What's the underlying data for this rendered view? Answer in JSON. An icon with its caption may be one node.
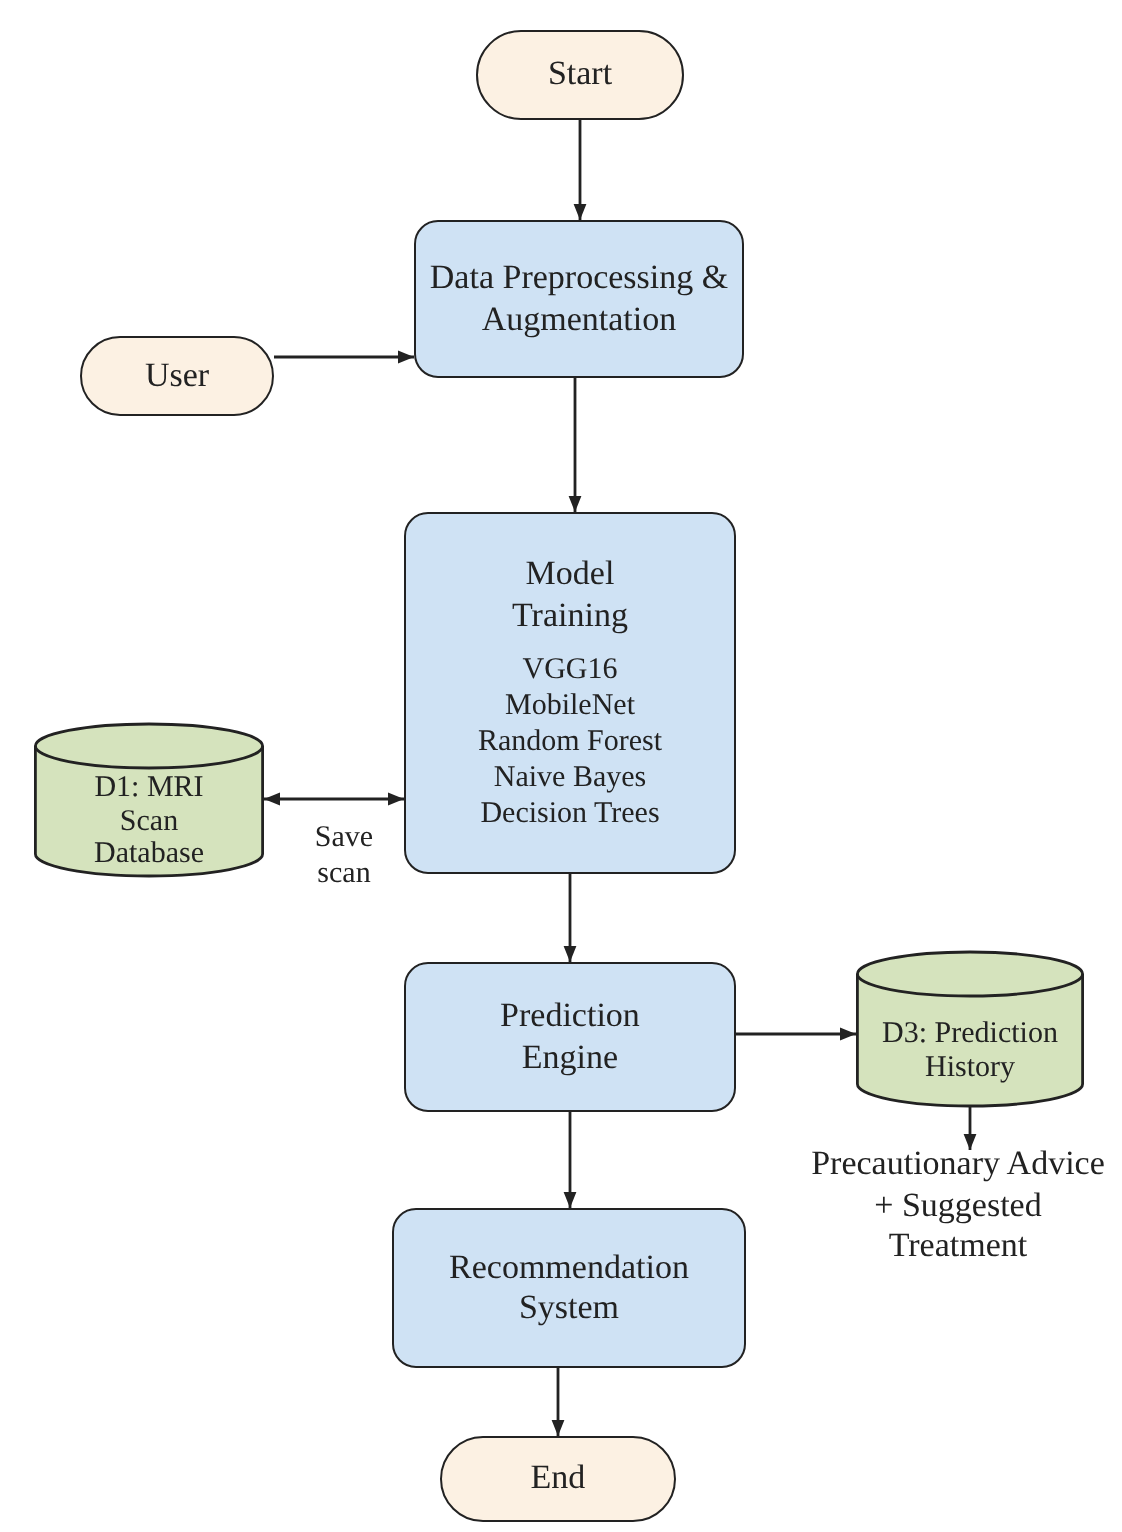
{
  "diagram": {
    "nodes": [
      {
        "text": [
          "Start"
        ]
      },
      {
        "text": [
          "User"
        ]
      },
      {
        "text": [
          "Data Preprocessing & Augmentation"
        ]
      },
      {
        "text": [
          "Model Training",
          "VGG16 MobileNet Random Forest Naive Bayes Decision Trees"
        ]
      },
      {
        "text": [
          "D1: MRI Scan Database"
        ]
      },
      {
        "text": [
          "Prediction Engine"
        ]
      },
      {
        "text": [
          "D3: Prediction History"
        ]
      },
      {
        "text": [
          "Precautionary Advice + Suggested Treatment"
        ]
      },
      {
        "text": [
          "Recommendation System"
        ]
      },
      {
        "text": [
          "End"
        ]
      }
    ],
    "edges": [
      {
        "from": 0,
        "to": 2,
        "arrow": "to"
      },
      {
        "from": 1,
        "to": 2,
        "arrow": "to"
      },
      {
        "from": 2,
        "to": 3,
        "arrow": "to"
      },
      {
        "from": 3,
        "to": 4,
        "arrow": "both",
        "label": "Save scan"
      },
      {
        "from": 3,
        "to": 5,
        "arrow": "to"
      },
      {
        "from": 5,
        "to": 6,
        "arrow": "to"
      },
      {
        "from": 6,
        "to": 7,
        "arrow": "to"
      },
      {
        "from": 5,
        "to": 8,
        "arrow": "to"
      },
      {
        "from": 8,
        "to": 9,
        "arrow": "to"
      }
    ]
  }
}
